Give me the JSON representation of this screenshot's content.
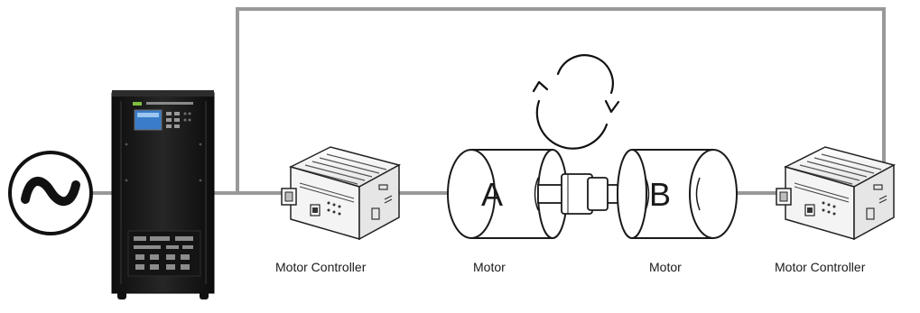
{
  "diagram": {
    "labels": {
      "motor_controller_left": "Motor Controller",
      "motor_a": "Motor",
      "motor_b": "Motor",
      "motor_controller_right": "Motor Controller"
    },
    "motor_letters": {
      "a": "A",
      "b": "B"
    },
    "ac_source_symbol": "~",
    "icons": [
      "ac-source-icon",
      "power-supply-cabinet",
      "motor-controller",
      "motor",
      "coupling",
      "rotation-arrows-icon"
    ],
    "colors": {
      "wire": "#999999",
      "cabinet": "#1c1c1c",
      "outline": "#222222"
    }
  }
}
